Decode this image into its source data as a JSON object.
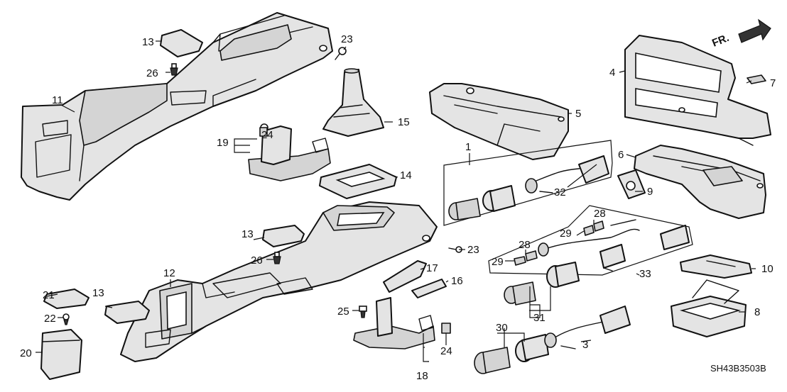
{
  "diagram_code": "SH43B3503B",
  "direction_label": "FR.",
  "callouts": {
    "c1": "1",
    "c3": "3",
    "c4": "4",
    "c5": "5",
    "c6": "6",
    "c7": "7",
    "c8": "8",
    "c9": "9",
    "c10": "10",
    "c11": "11",
    "c12": "12",
    "c13a": "13",
    "c13b": "13",
    "c13c": "13",
    "c14": "14",
    "c15": "15",
    "c16": "16",
    "c17": "17",
    "c18": "18",
    "c19": "19",
    "c20": "20",
    "c21": "21",
    "c22": "22",
    "c23a": "23",
    "c23b": "23",
    "c24a": "24",
    "c24b": "24",
    "c25": "25",
    "c26a": "26",
    "c26b": "26",
    "c28a": "28",
    "c28b": "28",
    "c29a": "29",
    "c29b": "29",
    "c30": "30",
    "c31": "31",
    "c32": "32",
    "c33": "33"
  }
}
